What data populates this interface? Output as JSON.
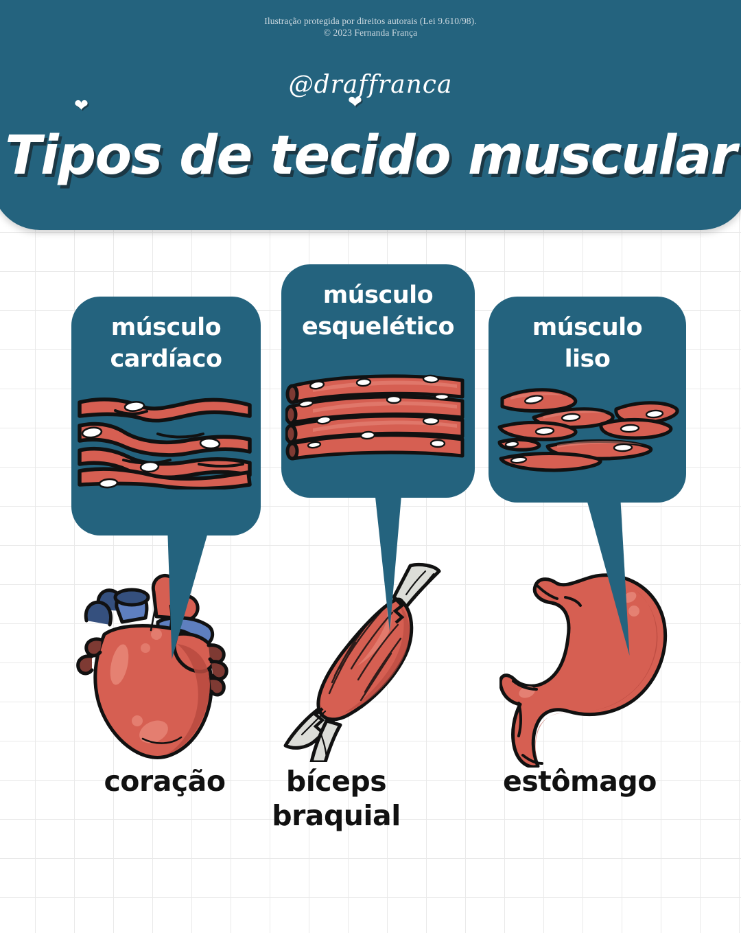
{
  "header": {
    "copyright_line1": "Ilustração protegida por direitos autorais  (Lei 9.610/98).",
    "copyright_line2": "© 2023 Fernanda França",
    "handle": "@draffranca",
    "title": "Tipos de tecido muscular",
    "background_color": "#24637E",
    "text_color": "#FFFFFF"
  },
  "colors": {
    "teal": "#24637E",
    "muscle_red": "#D65F52",
    "muscle_red_dark": "#B94A40",
    "muscle_highlight": "#E98C7E",
    "vessel_blue": "#5E7FBF",
    "vessel_blue_dark": "#35507E",
    "tendon_white": "#DCDDD8",
    "nucleus_white": "#FFFFFF",
    "outline_black": "#111111",
    "grid_line": "#E9E9E9",
    "page_background": "#FFFFFF",
    "caption_text": "#111111"
  },
  "columns": [
    {
      "id": "cardiac",
      "bubble_label_line1": "músculo",
      "bubble_label_line2": "cardíaco",
      "tissue_name": "cardiac-muscle-tissue",
      "organ_name": "heart",
      "caption": "coração"
    },
    {
      "id": "skeletal",
      "bubble_label_line1": "músculo",
      "bubble_label_line2": "esquelético",
      "tissue_name": "skeletal-muscle-tissue",
      "organ_name": "biceps-brachii",
      "caption_line1": "bíceps",
      "caption_line2": "braquial"
    },
    {
      "id": "smooth",
      "bubble_label_line1": "músculo",
      "bubble_label_line2": "liso",
      "tissue_name": "smooth-muscle-tissue",
      "organ_name": "stomach",
      "caption": "estômago"
    }
  ]
}
